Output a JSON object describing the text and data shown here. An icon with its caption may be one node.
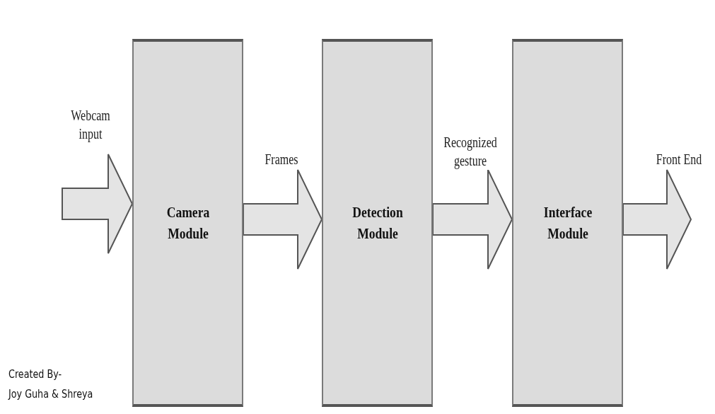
{
  "diagram": {
    "nodes": [
      {
        "text": [
          "Camera Module"
        ]
      },
      {
        "text": [
          "Detection Module"
        ]
      },
      {
        "text": [
          "Interface Module"
        ]
      }
    ],
    "edges": [
      {
        "from": null,
        "to": 0,
        "arrow": "to",
        "label": "Webcam input"
      },
      {
        "from": 0,
        "to": 1,
        "arrow": "to",
        "label": "Frames"
      },
      {
        "from": 1,
        "to": 2,
        "arrow": "to",
        "label": "Recognized gesture"
      },
      {
        "from": 2,
        "to": null,
        "arrow": "to",
        "label": "Front End"
      }
    ],
    "labels": [
      "Created By-",
      "Joy Guha & Shreya"
    ]
  }
}
